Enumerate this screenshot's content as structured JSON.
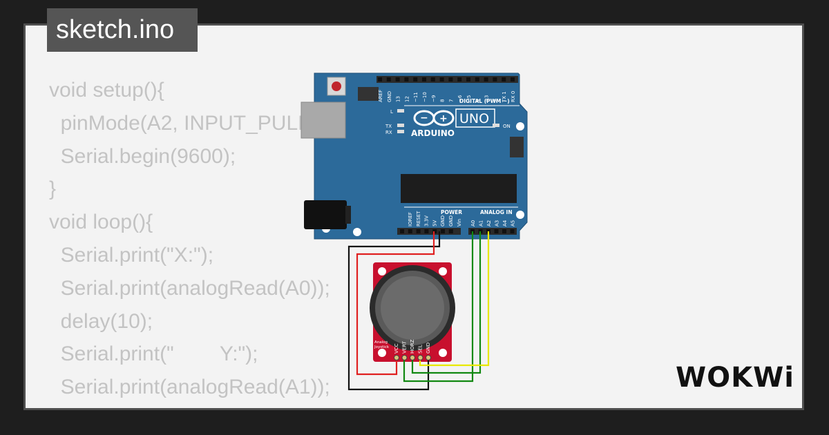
{
  "tab": {
    "filename": "sketch.ino"
  },
  "code": {
    "lines": [
      "void setup(){",
      "  pinMode(A2, INPUT_PULLUP);",
      "  Serial.begin(9600);",
      "}",
      "",
      "void loop(){",
      "  Serial.print(\"X:\");",
      "  Serial.print(analogRead(A0));",
      "  delay(10);",
      "  Serial.print(\"        Y:\");",
      "  Serial.print(analogRead(A1));"
    ]
  },
  "board": {
    "brand": "ARDUINO",
    "model": "UNO",
    "digital_header": "DIGITAL (PWM ~)",
    "power_header": "POWER",
    "analog_header": "ANALOG IN",
    "on_label": "ON",
    "led_l": "L",
    "led_tx": "TX",
    "led_rx": "RX",
    "digital_pins": [
      "AREF",
      "GND",
      "13",
      "12",
      "~11",
      "~10",
      "~9",
      "8",
      "7",
      "~6",
      "~5",
      "4",
      "~3",
      "2",
      "TX 1",
      "RX 0"
    ],
    "power_pins": [
      "IOREF",
      "RESET",
      "3.3V",
      "5V",
      "GND",
      "GND",
      "Vin"
    ],
    "analog_pins": [
      "A0",
      "A1",
      "A2",
      "A3",
      "A4",
      "A5"
    ],
    "color": "#2c6a9a"
  },
  "joystick": {
    "label_line1": "Analog",
    "label_line2": "Joystick",
    "pins": [
      "VCC",
      "VERT",
      "HORZ",
      "SEL",
      "GND"
    ],
    "color": "#c8102e"
  },
  "wires": {
    "vcc_color": "#e02020",
    "gnd_color": "#111111",
    "vert_color": "#118811",
    "horz_color": "#118811",
    "sel_color": "#e8e800"
  },
  "brand_logo": {
    "text": "WOKWi"
  }
}
